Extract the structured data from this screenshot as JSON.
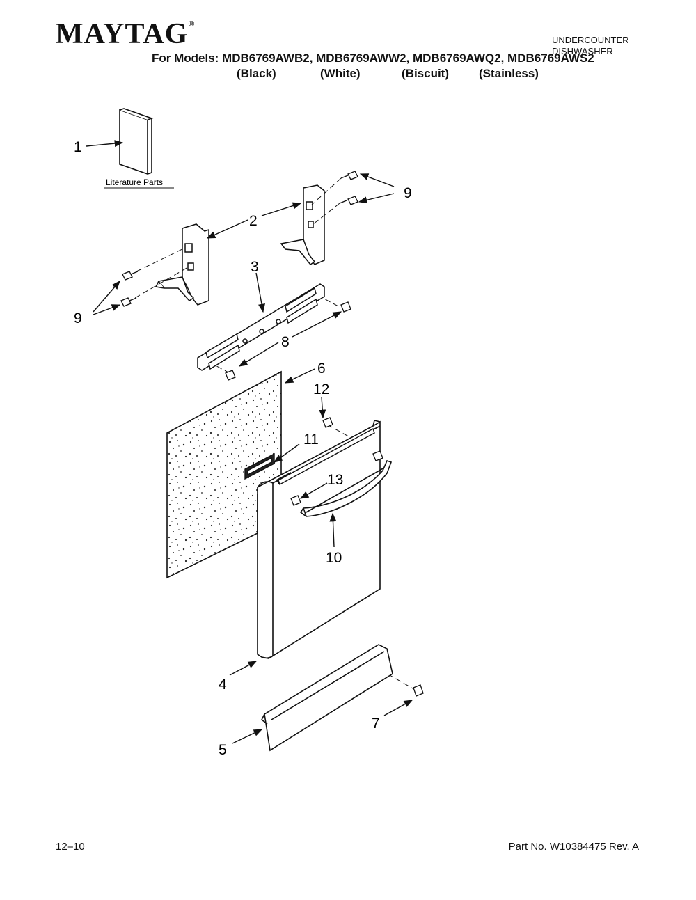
{
  "header": {
    "brand": "MAYTAG",
    "brand_mark": "®",
    "models_line": "For Models: MDB6769AWB2, MDB6769AWW2, MDB6769AWQ2, MDB6769AWS2",
    "colors": [
      "(Black)",
      "(White)",
      "(Biscuit)",
      "(Stainless)"
    ],
    "appliance_line1": "UNDERCOUNTER",
    "appliance_line2": "DISHWASHER"
  },
  "diagram": {
    "literature_label": "Literature Parts",
    "callouts": {
      "c1": "1",
      "c2": "2",
      "c3": "3",
      "c4": "4",
      "c5": "5",
      "c6": "6",
      "c7": "7",
      "c8": "8",
      "c9a": "9",
      "c9b": "9",
      "c10": "10",
      "c11": "11",
      "c12": "12",
      "c13": "13"
    }
  },
  "footer": {
    "date": "12–10",
    "part_number": "Part No. W10384475 Rev. A"
  }
}
